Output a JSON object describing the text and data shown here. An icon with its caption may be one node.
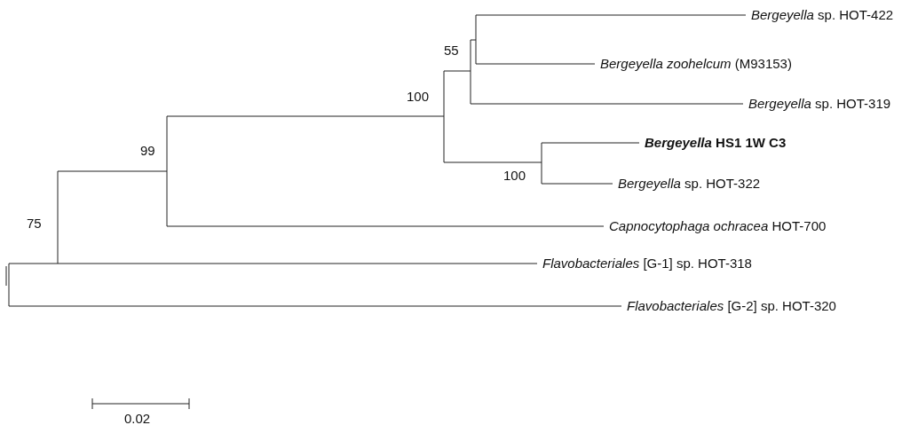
{
  "diagram": {
    "labels": [
      "*Bergeyella* sp. HOT-422",
      "55",
      "*Bergeyella zoohelcum* (M93153)",
      "100",
      "*Bergeyella* sp. HOT-319",
      "99",
      "*Bergeyella* HS1 1W C3",
      "100",
      "*Bergeyella* sp. HOT-322",
      "75",
      "*Capnocytophaga ochracea* HOT-700",
      "*Flavobacteriales* [G-1] sp. HOT-318",
      "*Flavobacteriales* [G-2] sp. HOT-320",
      "0.02"
    ]
  }
}
